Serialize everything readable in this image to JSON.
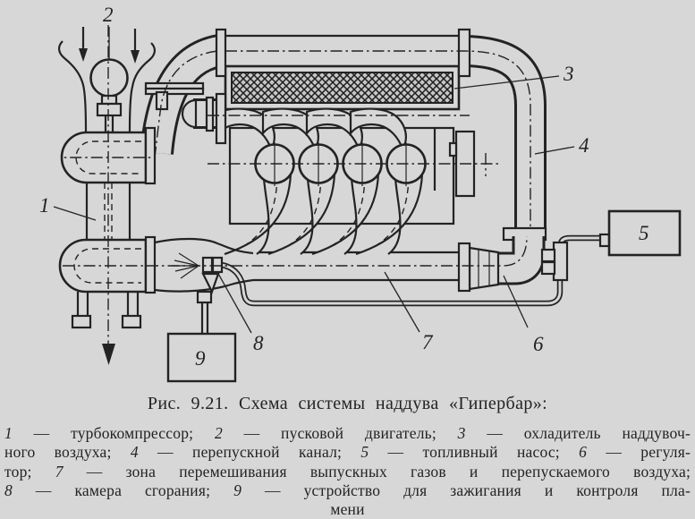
{
  "figure": {
    "caption": "Рис. 9.21. Схема системы наддува «Гипербар»:",
    "legend_lines": [
      "1 — турбокомпрессор; 2 — пусковой двигатель; 3 — охладитель наддувоч-",
      "ного воздуха; 4 — перепускной канал; 5 — топливный насос; 6 — регуля-",
      "тор; 7 — зона перемешивания выпускных газов и перепускаемого воздуха;",
      "8 — камера сгорания; 9 — устройство для зажигания и контроля пла-",
      "мени"
    ],
    "legend_items": [
      {
        "num": "1",
        "label": "турбокомпрессор"
      },
      {
        "num": "2",
        "label": "пусковой двигатель"
      },
      {
        "num": "3",
        "label": "охладитель наддувочного воздуха"
      },
      {
        "num": "4",
        "label": "перепускной канал"
      },
      {
        "num": "5",
        "label": "топливный насос"
      },
      {
        "num": "6",
        "label": "регулятор"
      },
      {
        "num": "7",
        "label": "зона перемешивания выпускных газов и перепускаемого воздуха"
      },
      {
        "num": "8",
        "label": "камера сгорания"
      },
      {
        "num": "9",
        "label": "устройство для зажигания и контроля пламени"
      }
    ]
  },
  "diagram": {
    "labels": {
      "l1": "1",
      "l2": "2",
      "l3": "3",
      "l4": "4",
      "l5": "5",
      "l6": "6",
      "l7": "7",
      "l8": "8",
      "l9": "9"
    },
    "colors": {
      "background": "#d7d7d7",
      "ink": "#232323"
    }
  }
}
